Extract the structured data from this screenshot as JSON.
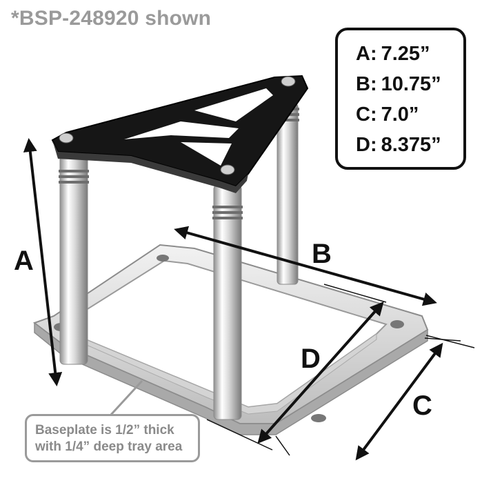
{
  "caption": "*BSP-248920 shown",
  "dimensions": [
    {
      "letter": "A:",
      "value": "7.25”"
    },
    {
      "letter": "B:",
      "value": "10.75”"
    },
    {
      "letter": "C:",
      "value": "7.0”"
    },
    {
      "letter": "D:",
      "value": "8.375”"
    }
  ],
  "labels": {
    "a": "A",
    "b": "B",
    "c": "C",
    "d": "D"
  },
  "callout": {
    "line1": "Baseplate is 1/2” thick",
    "line2": "with 1/4” deep tray area"
  },
  "colors": {
    "frame": "#111111",
    "caption": "#9a9a9a",
    "metal": "#c9c9c9",
    "bracket": "#161616"
  }
}
